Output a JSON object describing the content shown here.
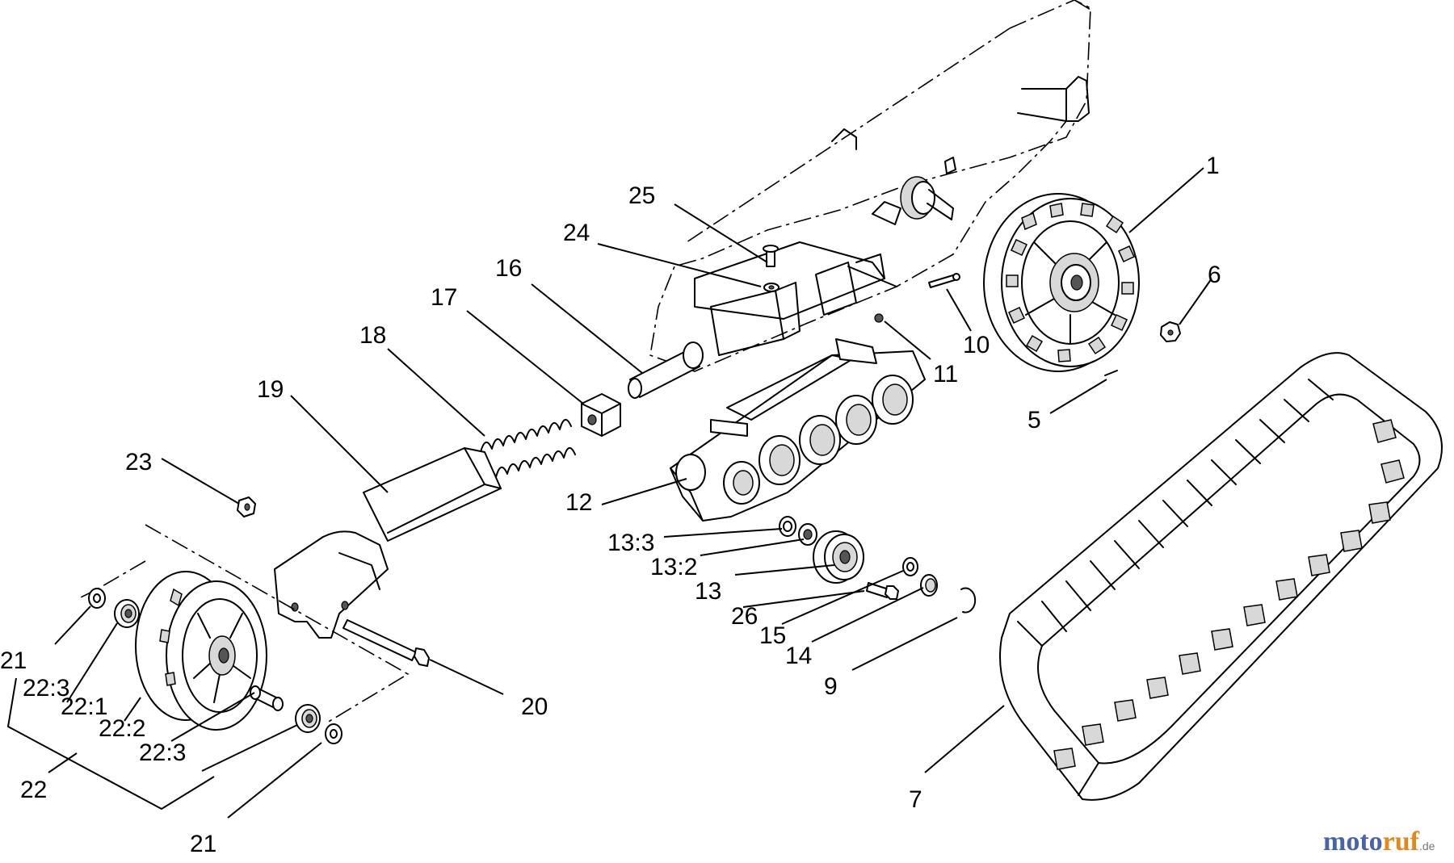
{
  "diagram": {
    "callouts": {
      "c1": "1",
      "c5": "5",
      "c6": "6",
      "c7": "7",
      "c9": "9",
      "c10": "10",
      "c11": "11",
      "c12": "12",
      "c13": "13",
      "c13_2": "13:2",
      "c13_3": "13:3",
      "c14": "14",
      "c15": "15",
      "c16": "16",
      "c17": "17",
      "c18": "18",
      "c19": "19",
      "c20": "20",
      "c21a": "21",
      "c21b": "21",
      "c22": "22",
      "c22_1": "22:1",
      "c22_2": "22:2",
      "c22_3a": "22:3",
      "c22_3b": "22:3",
      "c23": "23",
      "c24": "24",
      "c25": "25",
      "c26": "26"
    },
    "watermark": {
      "brand_a": "moto",
      "brand_b": "ruf",
      "suffix": ".de"
    }
  }
}
